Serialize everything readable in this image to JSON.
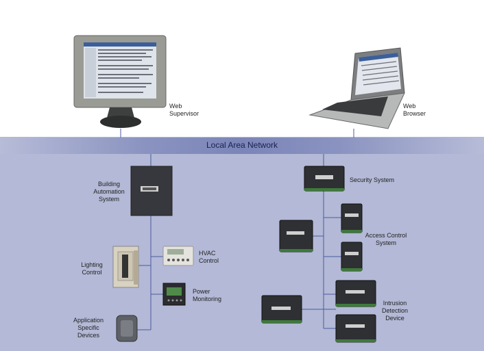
{
  "network": {
    "title": "Local Area Network"
  },
  "labels": {
    "web_supervisor": [
      "Web",
      "Supervisor"
    ],
    "web_browser": [
      "Web",
      "Browser"
    ],
    "building_automation": [
      "Building",
      "Automation",
      "System"
    ],
    "lighting_control": [
      "Lighting",
      "Control"
    ],
    "hvac_control": [
      "HVAC",
      "Control"
    ],
    "power_monitoring": [
      "Power",
      "Monitoring"
    ],
    "application_devices": [
      "Application",
      "Specific",
      "Devices"
    ],
    "security_system": "Security System",
    "access_control": [
      "Access Control",
      "System"
    ],
    "intrusion_detection": [
      "Intrusion",
      "Detection",
      "Device"
    ]
  },
  "colors": {
    "band": "#b3b9d6",
    "lan_strip": "#7b85b8",
    "lines": "#4a5aa0"
  }
}
